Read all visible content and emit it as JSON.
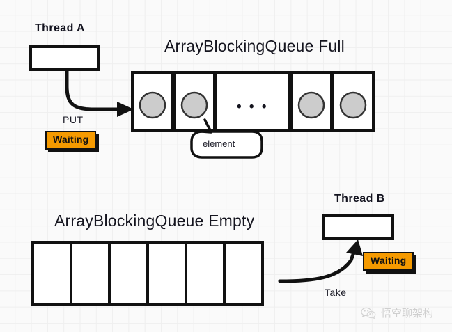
{
  "figure": {
    "background_color": "#fafafa",
    "grid_color": "#efefef",
    "ink_color": "#111111",
    "accent_color": "#f59a00",
    "element_fill": "#cccccc"
  },
  "top_section": {
    "thread_label": "Thread A",
    "queue_title": "ArrayBlockingQueue Full",
    "operation_label": "PUT",
    "status_badge": "Waiting",
    "callout_label": "element",
    "ellipsis": "• • •",
    "cells": [
      {
        "filled": true
      },
      {
        "filled": true
      },
      {
        "filled": false
      },
      {
        "filled": true
      },
      {
        "filled": true
      }
    ]
  },
  "bottom_section": {
    "thread_label": "Thread B",
    "queue_title": "ArrayBlockingQueue Empty",
    "operation_label": "Take",
    "status_badge": "Waiting",
    "cells": [
      {
        "filled": false
      },
      {
        "filled": false
      },
      {
        "filled": false
      },
      {
        "filled": false
      },
      {
        "filled": false
      },
      {
        "filled": false
      }
    ]
  },
  "watermark": {
    "text": "悟空聊架构",
    "icon": "wechat-icon"
  }
}
